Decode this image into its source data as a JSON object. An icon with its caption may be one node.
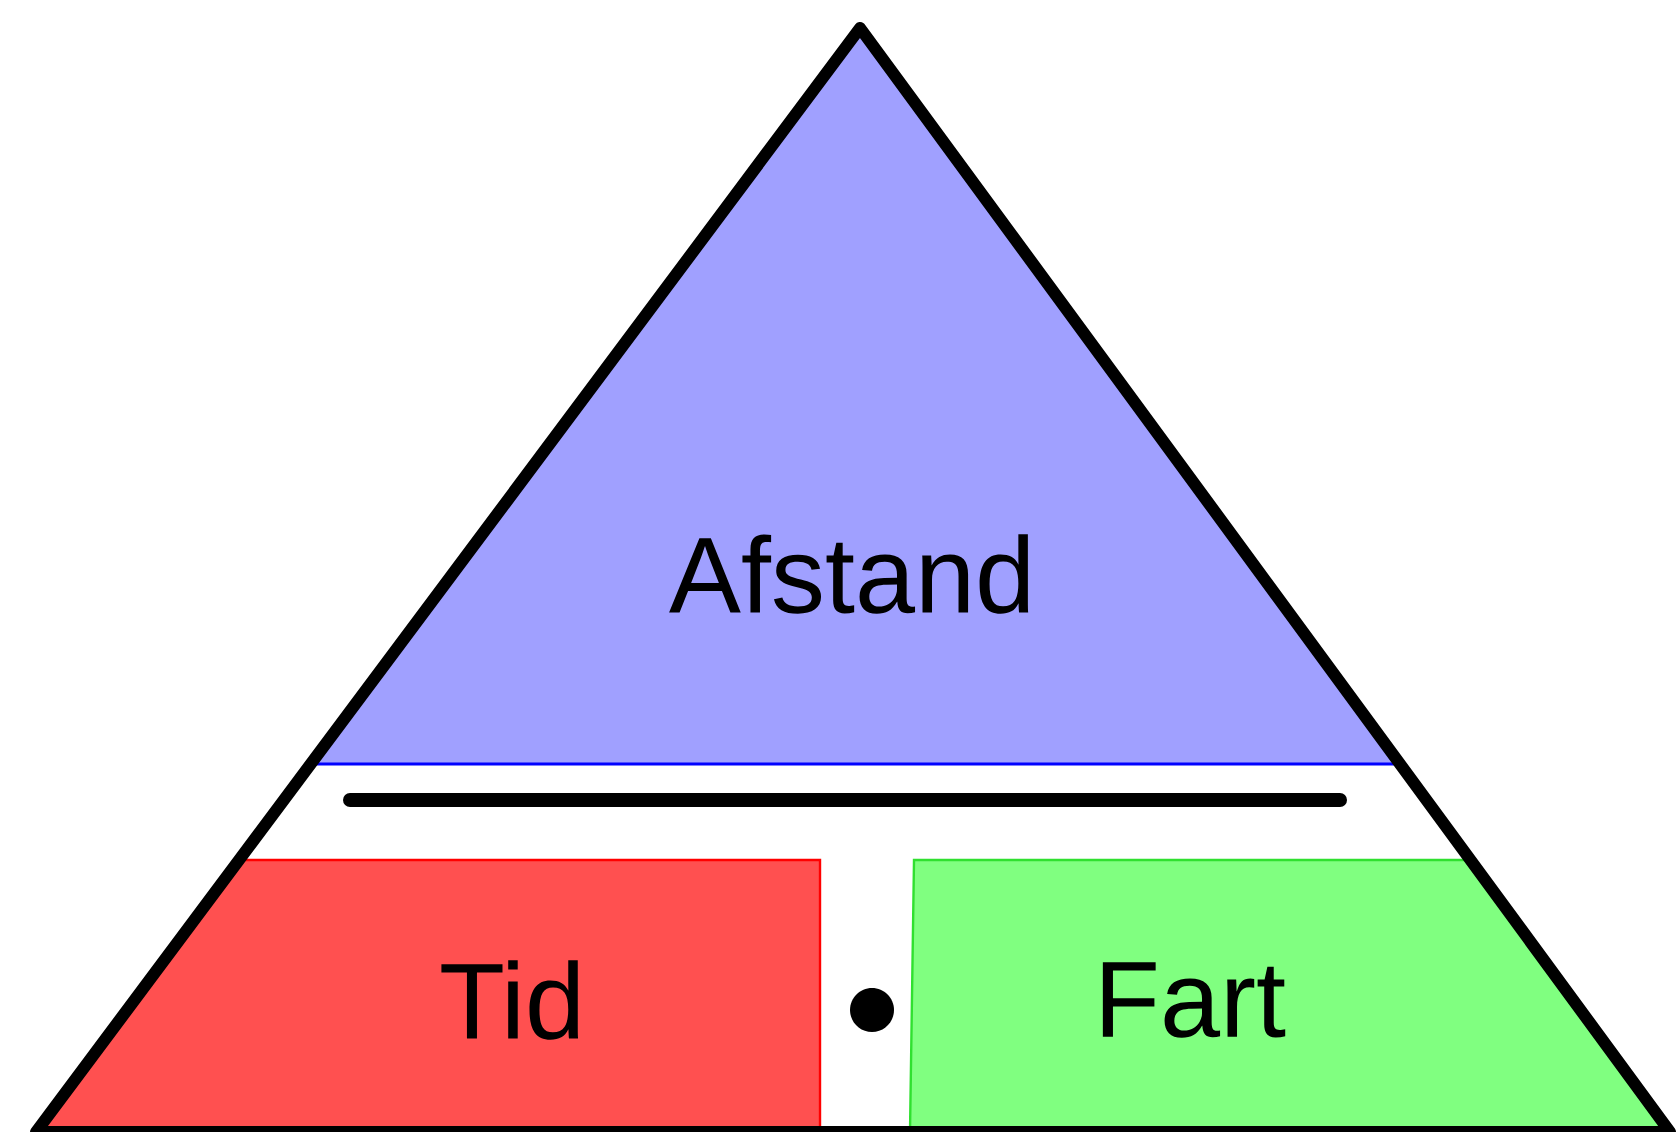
{
  "diagram": {
    "nodes": [
      {
        "text": [
          "Afstand"
        ]
      },
      {
        "text": [
          "Tid"
        ]
      },
      {
        "text": [
          "Fart"
        ]
      }
    ]
  }
}
